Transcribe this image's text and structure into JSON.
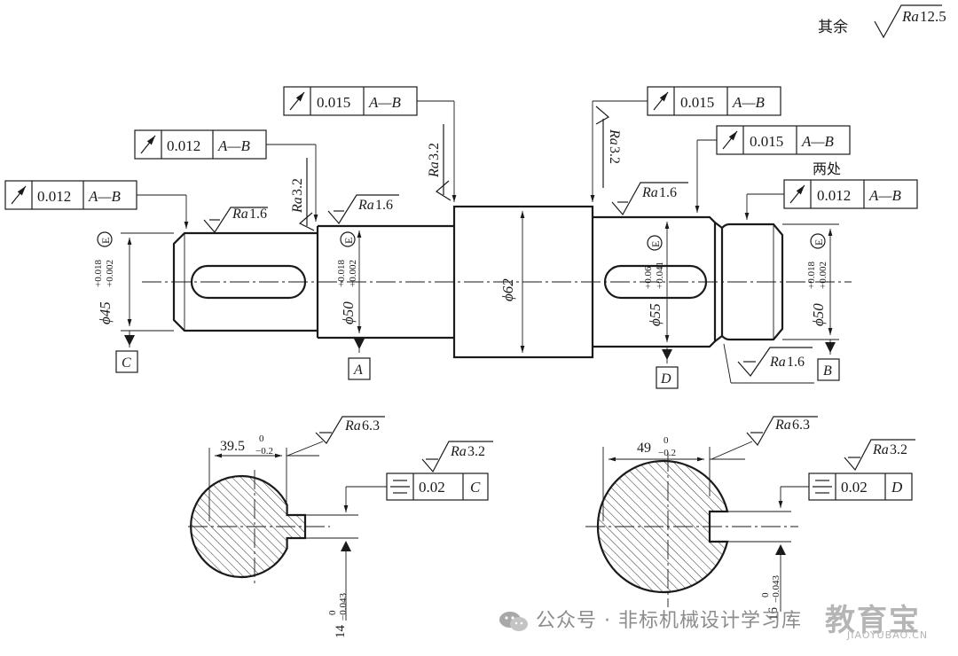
{
  "general_roughness": {
    "label": "其余",
    "ra": "Ra",
    "value": "12.5"
  },
  "two_places_note": "两处",
  "fcf_runout": [
    {
      "tol": "0.015",
      "datum": "A—B"
    },
    {
      "tol": "0.015",
      "datum": "A—B"
    },
    {
      "tol": "0.012",
      "datum": "A—B"
    },
    {
      "tol": "0.015",
      "datum": "A—B"
    },
    {
      "tol": "0.012",
      "datum": "A—B"
    },
    {
      "tol": "0.012",
      "datum": "A—B"
    }
  ],
  "fcf_symmetry": [
    {
      "tol": "0.02",
      "datum": "C"
    },
    {
      "tol": "0.02",
      "datum": "D"
    }
  ],
  "roughness": {
    "ra": "Ra",
    "r_3_2": "3.2",
    "r_1_6": "1.6",
    "r_6_3": "6.3"
  },
  "diameters": {
    "d45": {
      "phi": "ϕ45",
      "up": "+0.018",
      "low": "+0.002",
      "env": "E"
    },
    "d50a": {
      "phi": "ϕ50",
      "up": "+0.018",
      "low": "+0.002",
      "env": "E"
    },
    "d62": {
      "phi": "ϕ62"
    },
    "d55": {
      "phi": "ϕ55",
      "up": "+0.06",
      "low": "+0.041",
      "env": "E"
    },
    "d50b": {
      "phi": "ϕ50",
      "up": "+0.018",
      "low": "+0.002",
      "env": "E"
    }
  },
  "datums": {
    "C": "C",
    "A": "A",
    "D": "D",
    "B": "B"
  },
  "section_left": {
    "dim": "39.5",
    "up": "0",
    "low": "−0.2",
    "width": "14",
    "w_up": "0",
    "w_low": "−0.043"
  },
  "section_right": {
    "dim": "49",
    "up": "0",
    "low": "−0.2",
    "width": "16",
    "w_up": "0",
    "w_low": "−0.043"
  },
  "watermark": {
    "text": "公众号 · 非标机械设计学习库",
    "logo": "教育宝",
    "logo_sub": "JIAOYUBAO.CN"
  }
}
